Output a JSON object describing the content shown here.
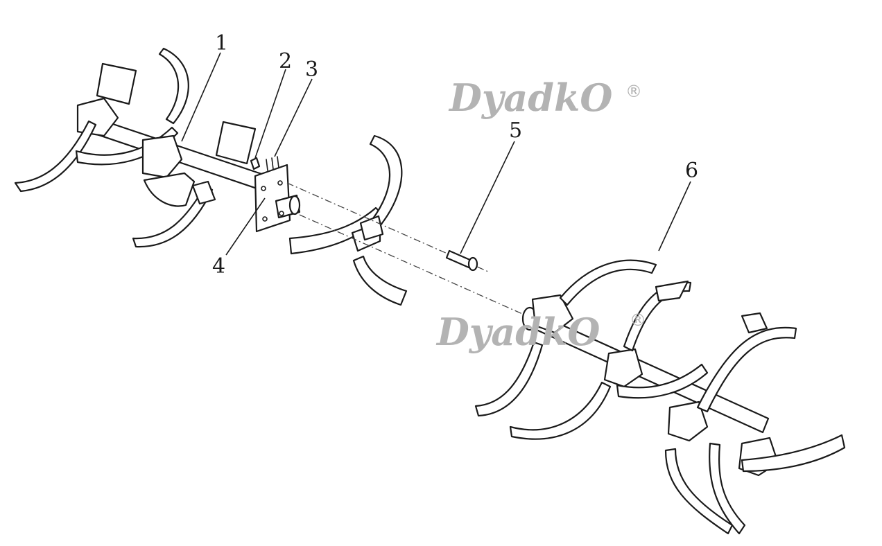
{
  "watermark": {
    "brand": "DyadkO",
    "registered_mark": "®"
  },
  "callouts": [
    "1",
    "2",
    "3",
    "4",
    "5",
    "6"
  ]
}
